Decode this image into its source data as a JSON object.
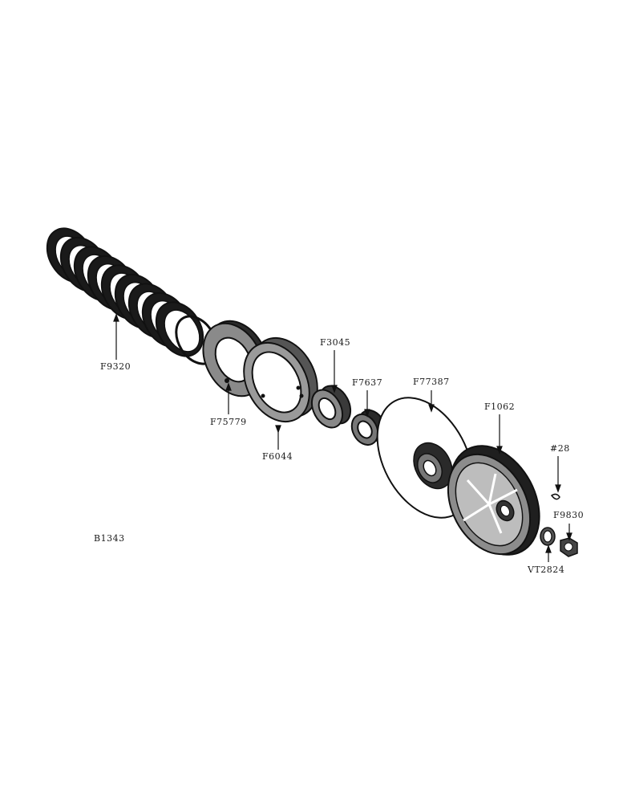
{
  "diagram": {
    "figure_id": "B1343",
    "parts": [
      {
        "id": "spring",
        "label": "F9320"
      },
      {
        "id": "ring-plate",
        "label": "F75779"
      },
      {
        "id": "cup-housing",
        "label": "F6044"
      },
      {
        "id": "collar",
        "label": "F3045"
      },
      {
        "id": "bearing",
        "label": "F7637"
      },
      {
        "id": "sheave-disc",
        "label": "F77387"
      },
      {
        "id": "pulley-wheel",
        "label": "F1062"
      },
      {
        "id": "cotter-pin",
        "label": "#28"
      },
      {
        "id": "castle-nut",
        "label": "F9830"
      },
      {
        "id": "washer",
        "label": "VT2824"
      }
    ]
  }
}
